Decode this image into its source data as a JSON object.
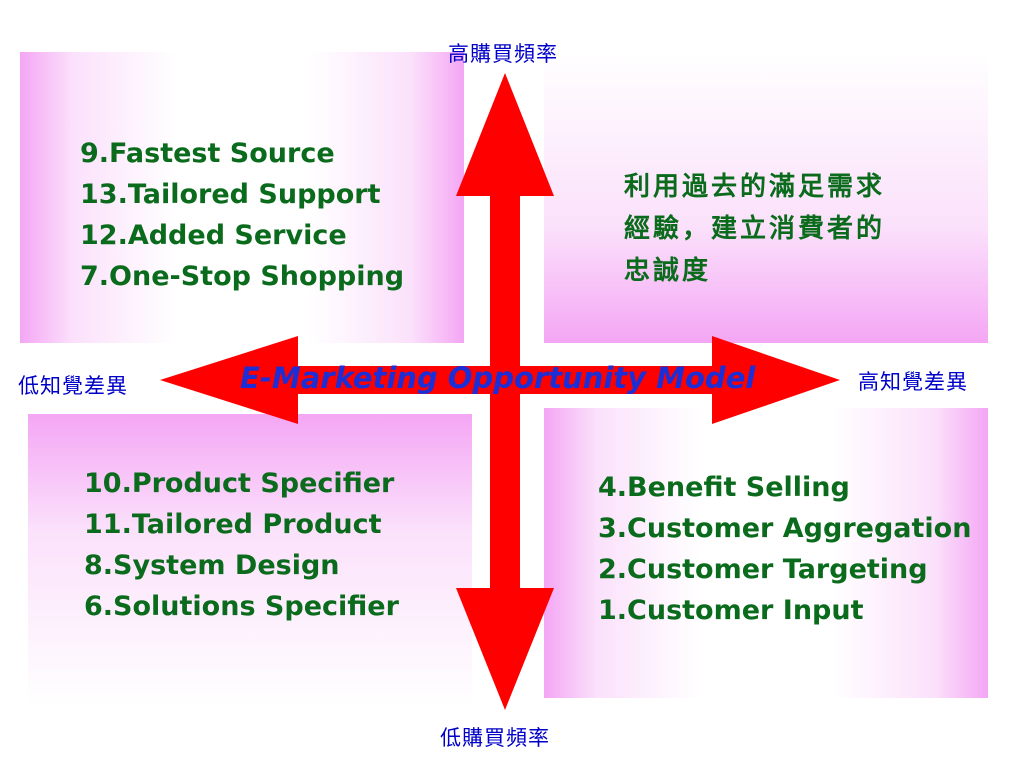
{
  "axes": {
    "top": "高購買頻率",
    "bottom": "低購買頻率",
    "left": "低知覺差異",
    "right": "高知覺差異"
  },
  "title": "E-Marketing Opportunity Model",
  "quadrants": {
    "top_left": [
      "9.Fastest Source",
      "13.Tailored Support",
      "12.Added Service",
      "7.One-Stop Shopping"
    ],
    "top_right": [
      "利用過去的滿足需求",
      "經驗，建立消費者的",
      "忠誠度"
    ],
    "bottom_left": [
      "10.Product Specifier",
      "11.Tailored Product",
      "8.System Design",
      "6.Solutions Specifier"
    ],
    "bottom_right": [
      "4.Benefit Selling",
      "3.Customer Aggregation",
      "2.Customer Targeting",
      "1.Customer Input"
    ]
  },
  "colors": {
    "arrow": "#ff0000",
    "quadrant_text": "#0b6b1c",
    "axis_label": "#0000c8",
    "title": "#1c2fd6",
    "quadrant_tint": "#f4a6f4"
  }
}
